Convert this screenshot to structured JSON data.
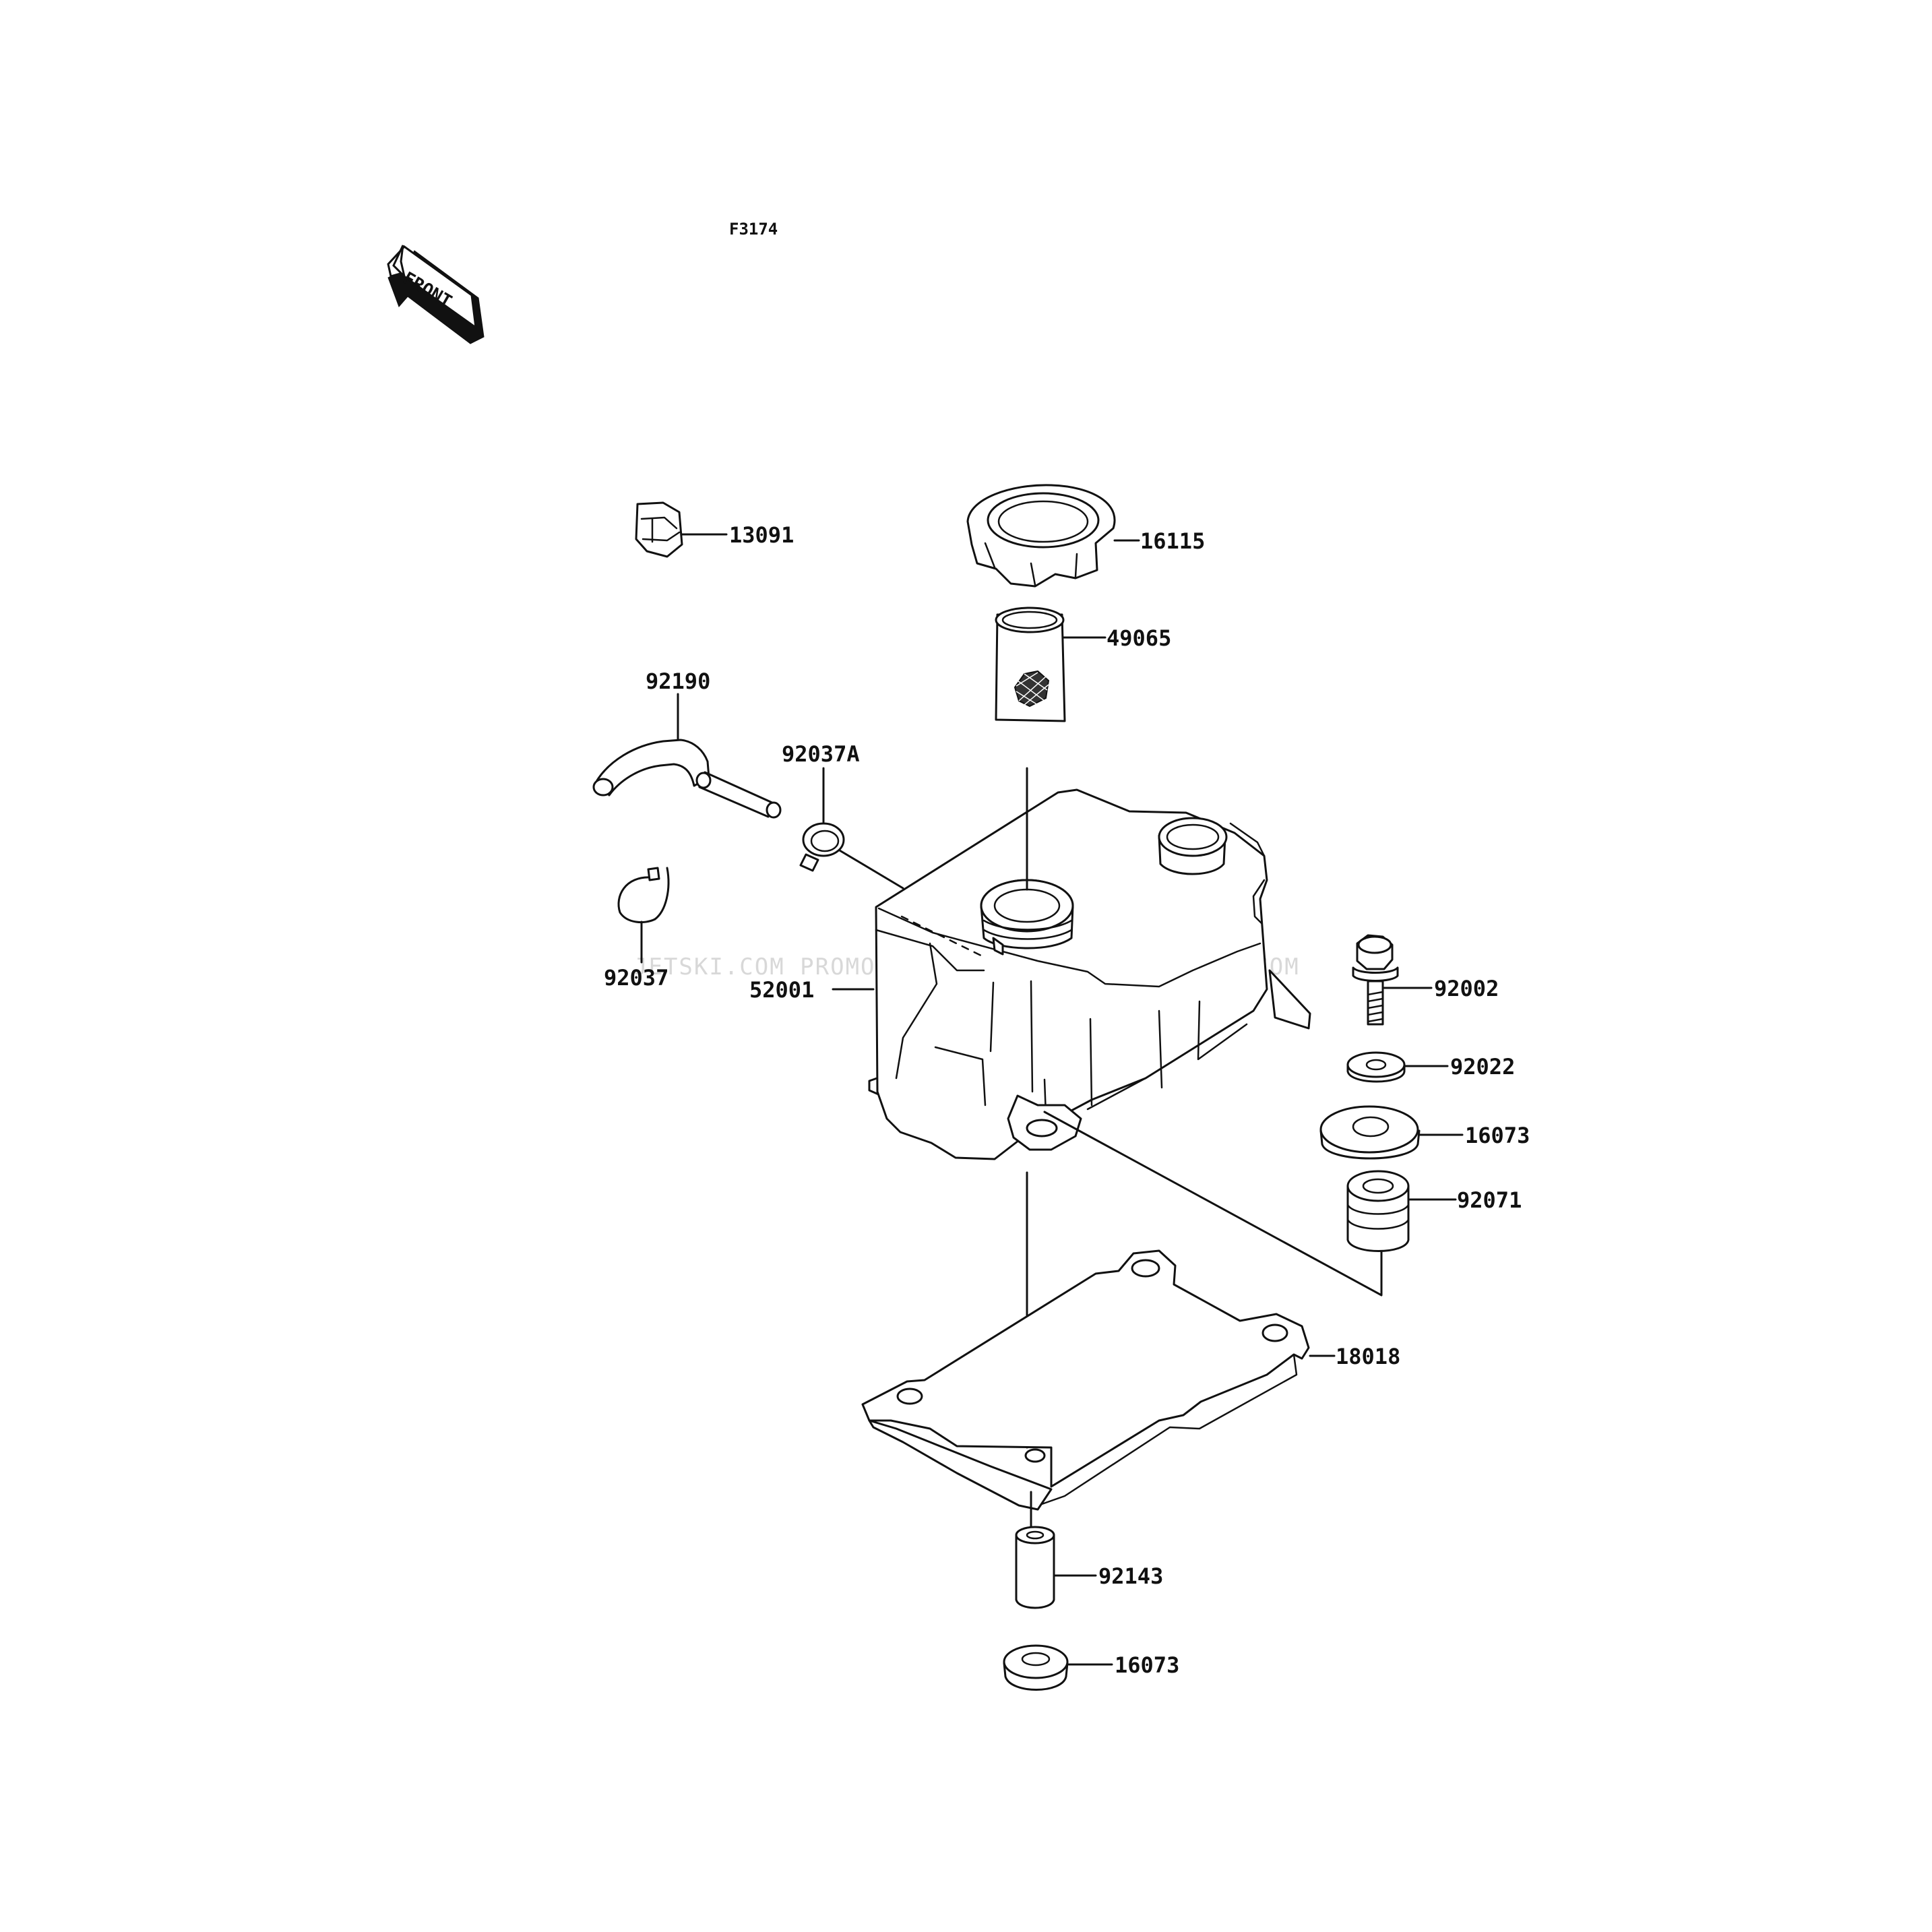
{
  "figure_code": "F3174",
  "front_indicator": "FRONT",
  "watermark": "JETSKI.COM  PROMO-JETSKI.COM  PROMO-JETSKI.COM",
  "parts": {
    "p13091": "13091",
    "p16115": "16115",
    "p49065": "49065",
    "p92190": "92190",
    "p92037A": "92037A",
    "p92037": "92037",
    "p52001": "52001",
    "p92002": "92002",
    "p92022": "92022",
    "p16073a": "16073",
    "p92071": "92071",
    "p18018": "18018",
    "p92143": "92143",
    "p16073b": "16073"
  }
}
